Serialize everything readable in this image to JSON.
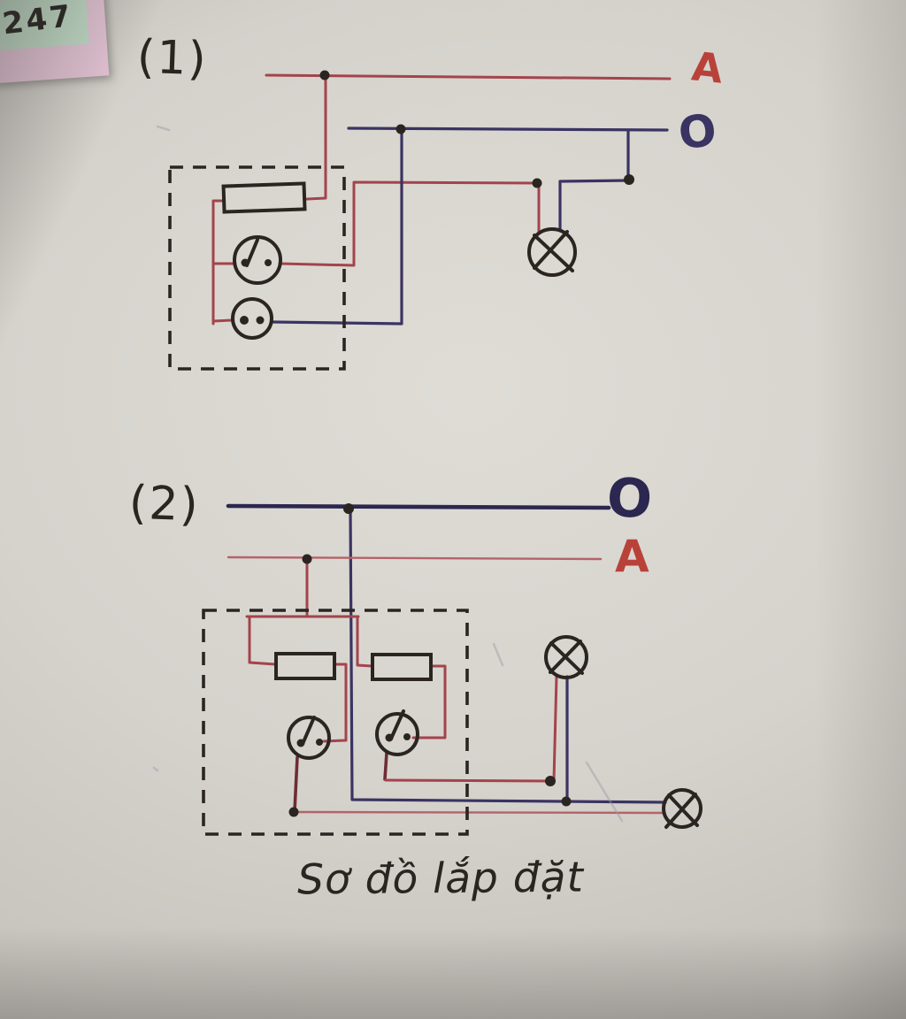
{
  "page": {
    "number": "247",
    "caption": "Sơ đồ lắp đặt"
  },
  "colors": {
    "paper": "#d2cfc9",
    "wire_live": "#a3444c",
    "wire_live_light": "#b4636a",
    "wire_live_bright": "#b8423a",
    "wire_neutral": "#3a3462",
    "wire_neutral_dark": "#2b2750",
    "ink": "#2b2521",
    "lead_maroon": "#6e2d34",
    "sticker_green": "#c2dcc7",
    "sticker_pink": "#e4c4d5"
  },
  "circuits": [
    {
      "index": "(1)",
      "phase_label": "A",
      "neutral_label": "O",
      "components": [
        "fuse",
        "switch",
        "socket-outlet",
        "lamp"
      ]
    },
    {
      "index": "(2)",
      "phase_label": "A",
      "neutral_label": "O",
      "components": [
        "fuse-1",
        "fuse-2",
        "switch-1",
        "switch-2",
        "lamp-1",
        "lamp-2"
      ]
    }
  ]
}
